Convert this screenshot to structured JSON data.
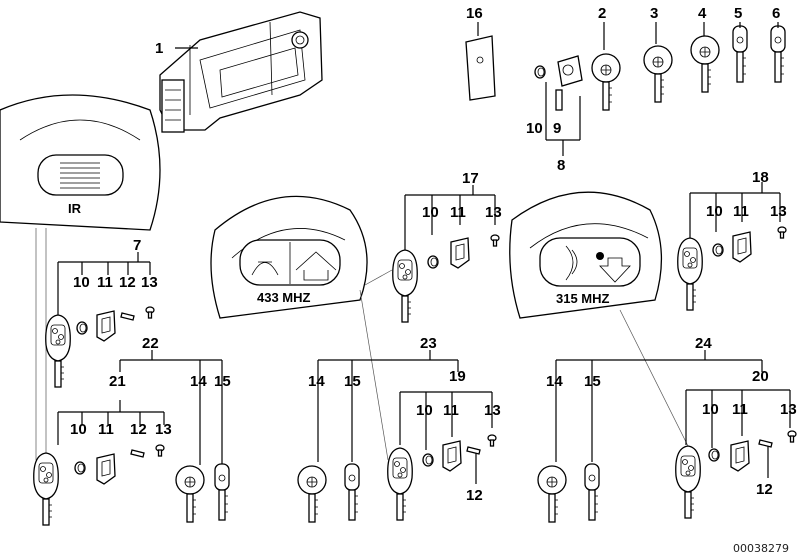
{
  "parts": {
    "1": "1",
    "2": "2",
    "3": "3",
    "4": "4",
    "5": "5",
    "6": "6",
    "7": "7",
    "8": "8",
    "9": "9",
    "10": "10",
    "11": "11",
    "12": "12",
    "13": "13",
    "14": "14",
    "15": "15",
    "16": "16",
    "17": "17",
    "18": "18",
    "19": "19",
    "20": "20",
    "21": "21",
    "22": "22",
    "23": "23",
    "24": "24"
  },
  "remote_labels": {
    "ir": "IR",
    "mhz433": "433 MHZ",
    "mhz315": "315 MHZ"
  },
  "doc_code": "00038279"
}
